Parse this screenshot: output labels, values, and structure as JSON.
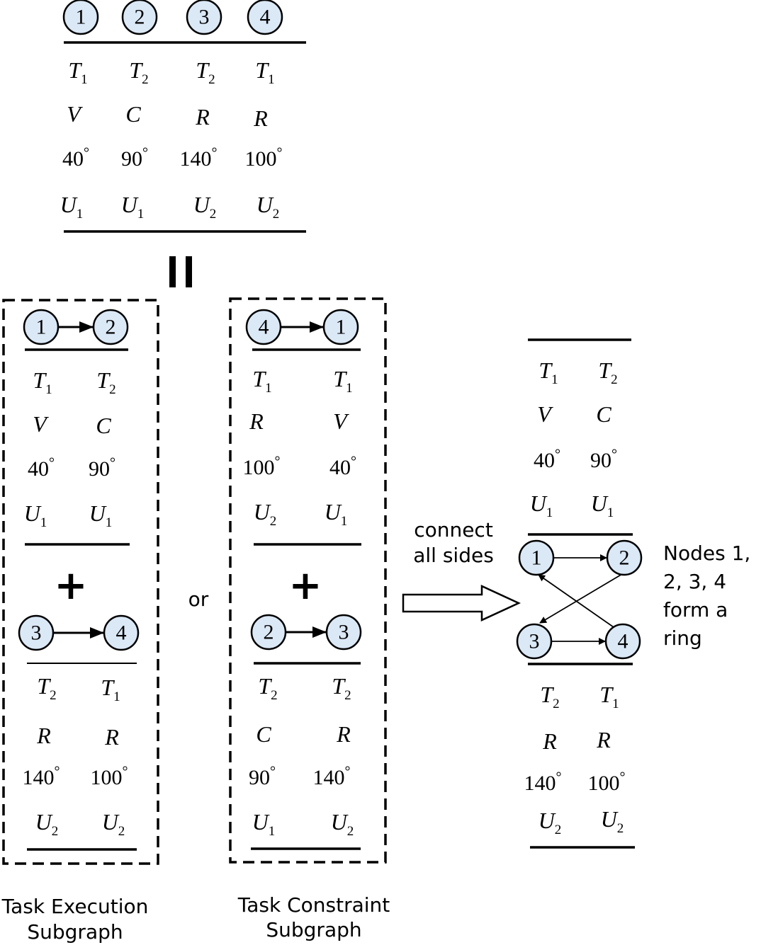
{
  "top": {
    "nodes": [
      "1",
      "2",
      "3",
      "4"
    ],
    "columns": [
      {
        "task": "T",
        "task_sub": "1",
        "type": "V",
        "angle": "40",
        "user": "U",
        "user_sub": "1"
      },
      {
        "task": "T",
        "task_sub": "2",
        "type": "C",
        "angle": "90",
        "user": "U",
        "user_sub": "1"
      },
      {
        "task": "T",
        "task_sub": "2",
        "type": "R",
        "angle": "140",
        "user": "U",
        "user_sub": "2"
      },
      {
        "task": "T",
        "task_sub": "1",
        "type": "R",
        "angle": "100",
        "user": "U",
        "user_sub": "2"
      }
    ]
  },
  "equals_symbol": "=",
  "or_label": "or",
  "plus_symbol": "+",
  "degree_symbol": "°",
  "execution": {
    "caption_line1": "Task Execution",
    "caption_line2": "Subgraph",
    "upper": {
      "from": "1",
      "to": "2",
      "columns": [
        {
          "task": "T",
          "task_sub": "1",
          "type": "V",
          "angle": "40",
          "user": "U",
          "user_sub": "1"
        },
        {
          "task": "T",
          "task_sub": "2",
          "type": "C",
          "angle": "90",
          "user": "U",
          "user_sub": "1"
        }
      ]
    },
    "lower": {
      "from": "3",
      "to": "4",
      "columns": [
        {
          "task": "T",
          "task_sub": "2",
          "type": "R",
          "angle": "140",
          "user": "U",
          "user_sub": "2"
        },
        {
          "task": "T",
          "task_sub": "1",
          "type": "R",
          "angle": "100",
          "user": "U",
          "user_sub": "2"
        }
      ]
    }
  },
  "constraint": {
    "caption_line1": "Task Constraint",
    "caption_line2": "Subgraph",
    "upper": {
      "from": "4",
      "to": "1",
      "columns": [
        {
          "task": "T",
          "task_sub": "1",
          "type": "R",
          "angle": "100",
          "user": "U",
          "user_sub": "2"
        },
        {
          "task": "T",
          "task_sub": "1",
          "type": "V",
          "angle": "40",
          "user": "U",
          "user_sub": "1"
        }
      ]
    },
    "lower": {
      "from": "2",
      "to": "3",
      "columns": [
        {
          "task": "T",
          "task_sub": "2",
          "type": "C",
          "angle": "90",
          "user": "U",
          "user_sub": "1"
        },
        {
          "task": "T",
          "task_sub": "2",
          "type": "R",
          "angle": "140",
          "user": "U",
          "user_sub": "2"
        }
      ]
    }
  },
  "arrow_label_line1": "connect",
  "arrow_label_line2": "all sides",
  "ring": {
    "nodes": [
      "1",
      "2",
      "3",
      "4"
    ],
    "upper_columns": [
      {
        "task": "T",
        "task_sub": "1",
        "type": "V",
        "angle": "40",
        "user": "U",
        "user_sub": "1"
      },
      {
        "task": "T",
        "task_sub": "2",
        "type": "C",
        "angle": "90",
        "user": "U",
        "user_sub": "1"
      }
    ],
    "lower_columns": [
      {
        "task": "T",
        "task_sub": "2",
        "type": "R",
        "angle": "140",
        "user": "U",
        "user_sub": "2"
      },
      {
        "task": "T",
        "task_sub": "1",
        "type": "R",
        "angle": "100",
        "user": "U",
        "user_sub": "2"
      }
    ],
    "note_lines": [
      "Nodes 1,",
      "2, 3, 4",
      "form a",
      "ring"
    ]
  }
}
